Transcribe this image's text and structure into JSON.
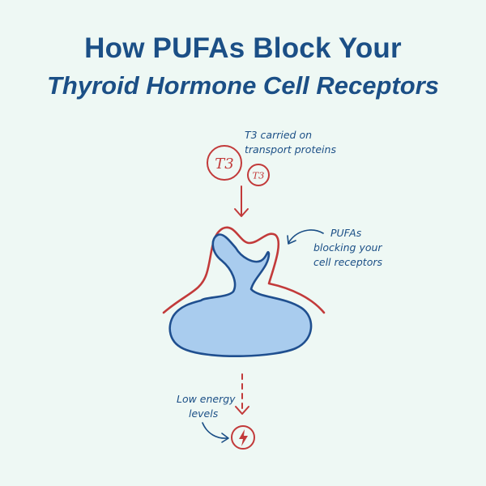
{
  "title": {
    "line1": "How PUFAs Block Your",
    "line2": "Thyroid Hormone Cell Receptors"
  },
  "annotations": {
    "t3_carried": [
      "T3 carried on",
      "transport proteins"
    ],
    "pufas_blocking": [
      "PUFAs",
      "blocking your",
      "cell receptors"
    ],
    "low_energy": [
      "Low energy",
      "levels"
    ]
  },
  "molecules": {
    "large": "T3",
    "small": "T3"
  },
  "icons": {
    "energy": "lightning-bolt-icon"
  },
  "colors": {
    "background": "#eef8f4",
    "navy": "#1b4f86",
    "red": "#c23a3a",
    "cell_fill": "#a9ccee",
    "cell_stroke": "#1f4f8f"
  }
}
